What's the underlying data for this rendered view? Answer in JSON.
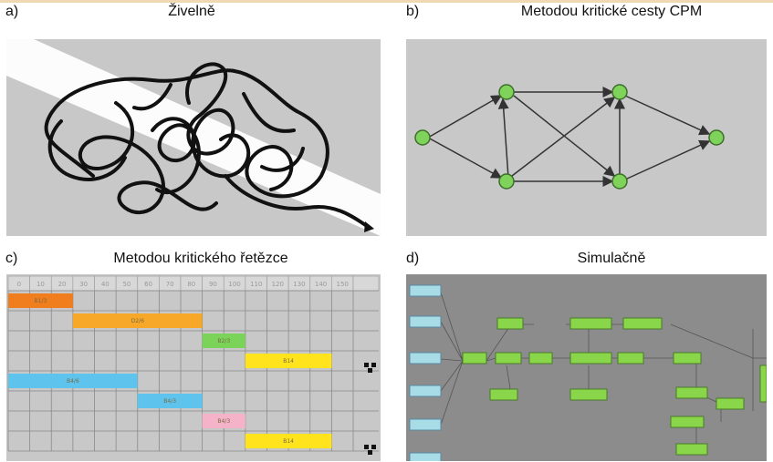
{
  "panels": [
    {
      "letter": "a)",
      "title": "Živelně"
    },
    {
      "letter": "b)",
      "title": "Metodou kritické cesty CPM"
    },
    {
      "letter": "c)",
      "title": "Metodou kritického řetězce"
    },
    {
      "letter": "d)",
      "title": "Simulačně"
    }
  ],
  "colors": {
    "panel_bg": "#c8c8c8",
    "node_fill": "#7fd35a",
    "edge": "#333333",
    "orange": "#f07d1e",
    "amber": "#f7a829",
    "green": "#7bd35a",
    "yellow": "#ffe31c",
    "blue": "#5ec4ee",
    "pink": "#f5b3c9",
    "sim_bg": "#8c8c8c",
    "sim_box": "#89d64a",
    "sim_box_cyan": "#a8dde8"
  },
  "gantt": {
    "header": [
      "0",
      "10",
      "20",
      "30",
      "40",
      "50",
      "60",
      "70",
      "80",
      "90",
      "100",
      "110",
      "120",
      "130",
      "140",
      "150"
    ],
    "bars": [
      {
        "row": 0,
        "start": 0,
        "end": 3,
        "color": "orange",
        "label": "B1/3"
      },
      {
        "row": 1,
        "start": 3,
        "end": 9,
        "color": "amber",
        "label": "D2/6"
      },
      {
        "row": 2,
        "start": 9,
        "end": 11,
        "color": "green",
        "label": "B2/3"
      },
      {
        "row": 3,
        "start": 11,
        "end": 15,
        "color": "yellow",
        "label": "B14"
      },
      {
        "row": 4,
        "start": 0,
        "end": 6,
        "color": "blue",
        "label": "B4/6"
      },
      {
        "row": 5,
        "start": 6,
        "end": 9,
        "color": "blue",
        "label": "B4/3"
      },
      {
        "row": 6,
        "start": 9,
        "end": 11,
        "color": "pink",
        "label": "B4/3"
      },
      {
        "row": 7,
        "start": 11,
        "end": 15,
        "color": "yellow",
        "label": "B14"
      }
    ]
  }
}
